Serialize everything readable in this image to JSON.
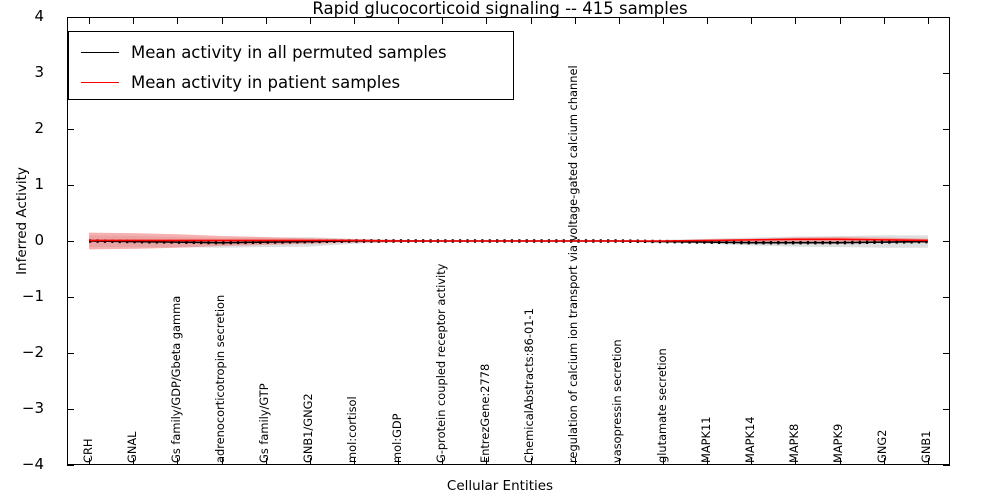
{
  "chart_data": {
    "type": "line",
    "title": "Rapid glucocorticoid signaling -- 415 samples",
    "xlabel": "Cellular Entities",
    "ylabel": "Inferred Activity",
    "ylim": [
      -4,
      4
    ],
    "yticks": [
      "4",
      "3",
      "2",
      "1",
      "0",
      "-1",
      "-2",
      "-3",
      "-4"
    ],
    "grid": false,
    "legend_position": "upper-left",
    "sample_count": "415",
    "categories": [
      "CRH",
      "GNAL",
      "Gs family/GDP/Gbeta gamma",
      "adrenocorticotropin secretion",
      "Gs family/GTP",
      "GNB1/GNG2",
      "mol:cortisol",
      "mol:GDP",
      "G-protein coupled receptor activity",
      "EntrezGene:2778",
      "ChemicalAbstracts:86-01-1",
      "regulation of calcium ion transport via voltage-gated calcium channel",
      "vasopressin secretion",
      "glutamate secretion",
      "MAPK11",
      "MAPK14",
      "MAPK8",
      "MAPK9",
      "GNG2",
      "GNB1"
    ],
    "series": [
      {
        "name": "Mean activity in all permuted samples",
        "color": "#000000",
        "style": "solid-dotted",
        "values": [
          0.0,
          -0.01,
          -0.02,
          -0.03,
          -0.02,
          -0.01,
          0.0,
          0.0,
          0.0,
          0.0,
          0.0,
          0.0,
          0.0,
          -0.01,
          -0.02,
          -0.03,
          -0.03,
          -0.03,
          -0.02,
          -0.01
        ],
        "band_color": "#b0b0b0",
        "band_upper": [
          0.1,
          0.09,
          0.07,
          0.05,
          0.06,
          0.07,
          0.04,
          0.02,
          0.01,
          0.01,
          0.01,
          0.01,
          0.01,
          0.02,
          0.04,
          0.06,
          0.08,
          0.09,
          0.1,
          0.1
        ],
        "band_lower": [
          -0.11,
          -0.11,
          -0.11,
          -0.12,
          -0.11,
          -0.1,
          -0.05,
          -0.02,
          -0.01,
          -0.01,
          -0.01,
          -0.01,
          -0.01,
          -0.02,
          -0.05,
          -0.08,
          -0.1,
          -0.11,
          -0.12,
          -0.12
        ]
      },
      {
        "name": "Mean activity in patient samples",
        "color": "#ff0000",
        "style": "solid",
        "values": [
          0.01,
          0.01,
          0.01,
          0.01,
          0.01,
          0.01,
          0.01,
          0.0,
          0.0,
          0.0,
          0.0,
          0.0,
          0.0,
          0.0,
          0.01,
          0.02,
          0.03,
          0.03,
          0.02,
          0.01
        ],
        "band_color": "#f08080",
        "band_upper": [
          0.15,
          0.14,
          0.12,
          0.09,
          0.07,
          0.05,
          0.03,
          0.02,
          0.01,
          0.01,
          0.01,
          0.01,
          0.01,
          0.01,
          0.02,
          0.04,
          0.06,
          0.07,
          0.06,
          0.04
        ],
        "band_lower": [
          -0.15,
          -0.14,
          -0.12,
          -0.09,
          -0.07,
          -0.05,
          -0.03,
          -0.02,
          -0.01,
          -0.01,
          -0.01,
          -0.01,
          -0.01,
          -0.01,
          -0.02,
          -0.02,
          -0.02,
          -0.02,
          -0.02,
          -0.02
        ]
      }
    ]
  },
  "legend": {
    "entries": [
      {
        "label": "Mean activity in all permuted samples",
        "color": "#000000"
      },
      {
        "label": "Mean activity in patient samples",
        "color": "#ff0000"
      }
    ]
  }
}
